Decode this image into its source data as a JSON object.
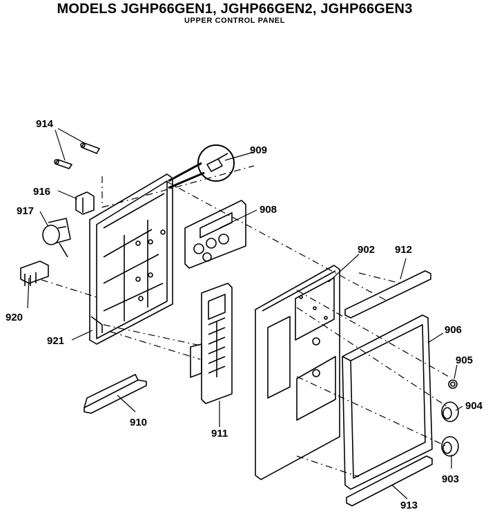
{
  "header": {
    "models": "MODELS JGHP66GEN1, JGHP66GEN2, JGHP66GEN3",
    "section": "UPPER CONTROL PANEL"
  },
  "parts": {
    "p902": "902",
    "p903": "903",
    "p904": "904",
    "p905": "905",
    "p906": "906",
    "p908": "908",
    "p909": "909",
    "p910": "910",
    "p911": "911",
    "p912": "912",
    "p913": "913",
    "p914": "914",
    "p916": "916",
    "p917": "917",
    "p920": "920",
    "p921": "921"
  }
}
